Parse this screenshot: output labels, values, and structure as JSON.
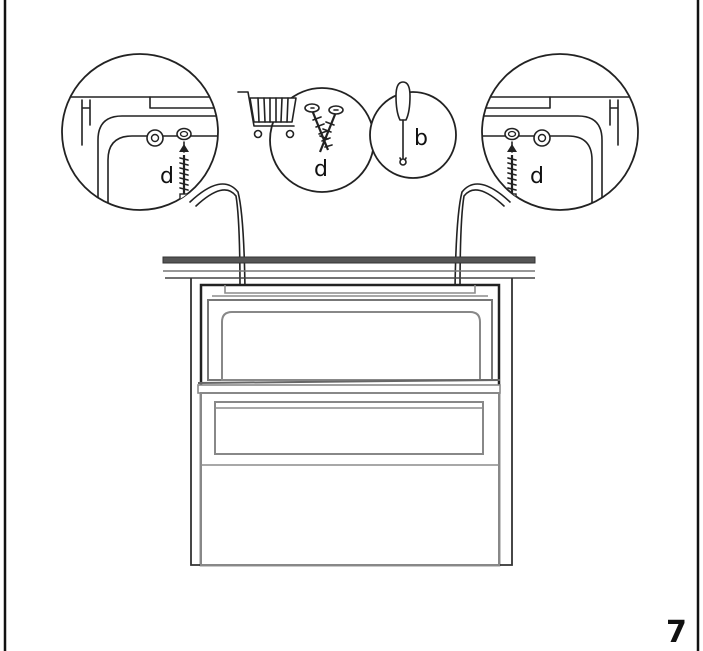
{
  "labels": {
    "screw_left": "d",
    "screw_right": "d",
    "parts_screws": "d",
    "tool_screwdriver": "b"
  },
  "step_number": "7",
  "icons": [
    "shopping-cart-icon",
    "screws-icon",
    "screwdriver-icon",
    "rotate-arrow-icon"
  ]
}
